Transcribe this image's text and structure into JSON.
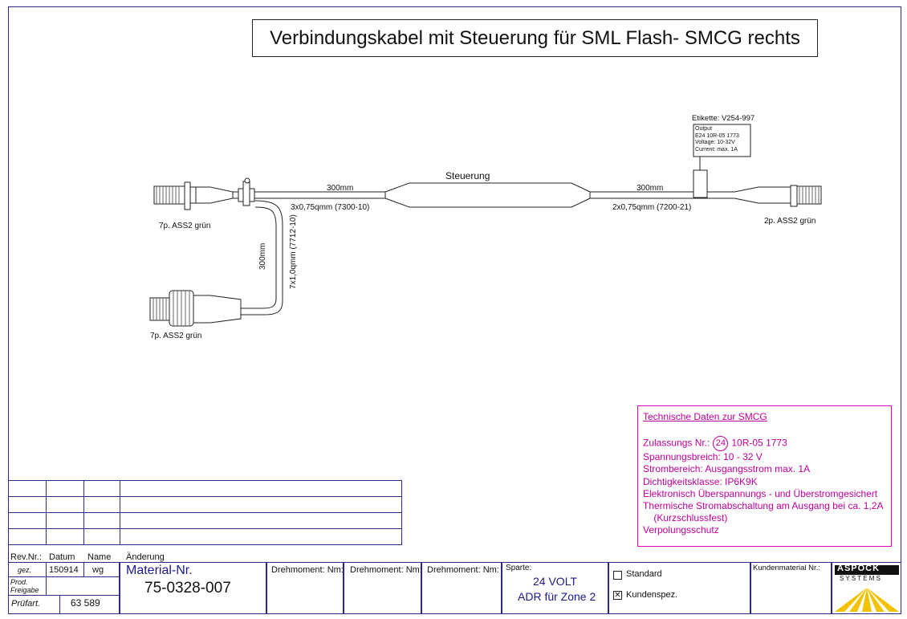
{
  "title": "Verbindungskabel mit Steuerung für SML Flash- SMCG rechts",
  "diagram": {
    "label_steuerung": "Steuerung",
    "left_length": "300mm",
    "left_cable": "3x0,75qmm (7300-10)",
    "right_length": "300mm",
    "right_cable": "2x0,75qmm (7200-21)",
    "branch_length": "300mm",
    "branch_cable": "7x1,0qmm (7712-10)",
    "connector_top_left": "7p. ASS2 grün",
    "connector_bottom_left": "7p. ASS2 grün",
    "connector_right": "2p. ASS2 grün",
    "label_title": "Etikette: V254-997",
    "label_lines": [
      "Output",
      "E24  10R-05  1773",
      "Voltage: 10-32V",
      "Current: max. 1A"
    ]
  },
  "tech": {
    "heading": "Technische Daten zur SMCG",
    "approval_label": "Zulassungs Nr.:",
    "approval_circle": "24",
    "approval_number": "10R-05  1773",
    "lines": [
      "Spannungsbreich: 10  -  32 V",
      "Strombereich: Ausgangsstrom max. 1A",
      "Dichtigkeitsklasse: IP6K9K",
      "Elektronisch Überspannungs - und Überstromgesichert",
      "Thermische Stromabschaltung am Ausgang bei ca. 1,2A",
      "    (Kurzschlussfest)",
      "Verpolungsschutz"
    ]
  },
  "titleblock": {
    "rev_nr": "Rev.Nr.:",
    "datum": "Datum",
    "name": "Name",
    "aenderung": "Änderung",
    "gez": "gez.",
    "gez_date": "150914",
    "gez_name": "wg",
    "prod_freigabe_1": "Prod.",
    "prod_freigabe_2": "Freigabe",
    "pruefart": "Prüfart.",
    "pruefart_value": "63 589",
    "material_label": "Material-Nr.",
    "material_value": "75-0328-007",
    "drehmoment_1": "Drehmoment: Nm:",
    "drehmoment_2": "Drehmoment: Nm:",
    "drehmoment_3": "Drehmoment: Nm:",
    "sparte_label": "Sparte:",
    "sparte_line1": "24  VOLT",
    "sparte_line2": "ADR für Zone 2",
    "standard": "Standard",
    "kundenspez": "Kundenspez.",
    "kundenmaterial": "Kundenmaterial Nr.:",
    "logo_top": "ASPÖCK",
    "logo_bottom": "S Y S T E M S"
  },
  "colors": {
    "frame": "#2a2a8a",
    "tech": "#c0009a",
    "logo_yellow": "#f2c200"
  }
}
